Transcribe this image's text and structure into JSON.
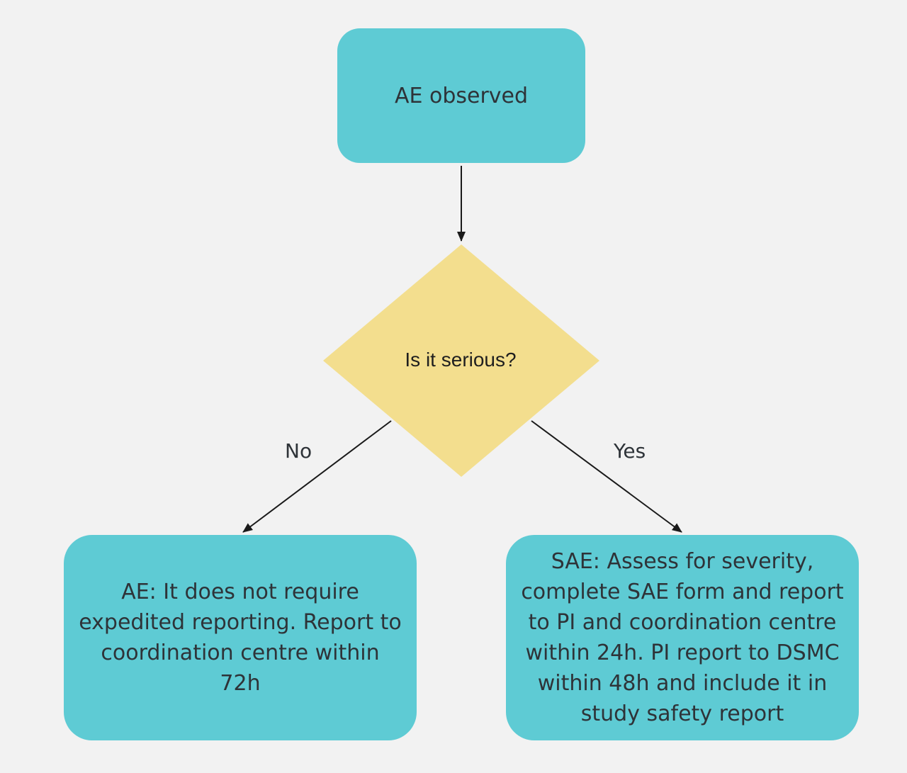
{
  "diagram": {
    "start_node": {
      "label": "AE observed"
    },
    "decision": {
      "label": "Is it serious?"
    },
    "branch_no": {
      "edge_label": "No",
      "node_label": "AE: It does not require\nexpedited reporting. Report to\ncoordination centre within 72h"
    },
    "branch_yes": {
      "edge_label": "Yes",
      "node_label": "SAE: Assess for severity,\ncomplete SAE form and report\nto PI and coordination centre\nwithin 24h. PI report to DSMC\nwithin 48h and include it in\nstudy safety report"
    },
    "colors": {
      "background": "#f2f2f2",
      "process_fill": "#5ecbd4",
      "decision_fill": "#f3de8e",
      "arrow": "#1a1a1a"
    }
  }
}
